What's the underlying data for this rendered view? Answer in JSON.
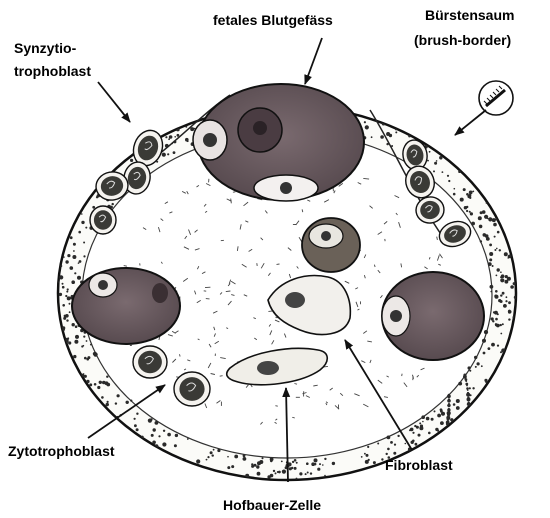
{
  "labels": {
    "fetal_vessel": "fetales Blutgefäss",
    "brush_border_line1": "Bürstensaum",
    "brush_border_line2": "(brush-border)",
    "syncytio_line1": "Synzytio-",
    "syncytio_line2": "trophoblast",
    "cytotrophoblast": "Zytotrophoblast",
    "fibroblast": "Fibroblast",
    "hofbauer": "Hofbauer-Zelle"
  },
  "colors": {
    "vessel_fill": "#6f5d63",
    "outline": "#111111",
    "stroma": "#ffffff",
    "cell_body": "#3a3a36"
  }
}
